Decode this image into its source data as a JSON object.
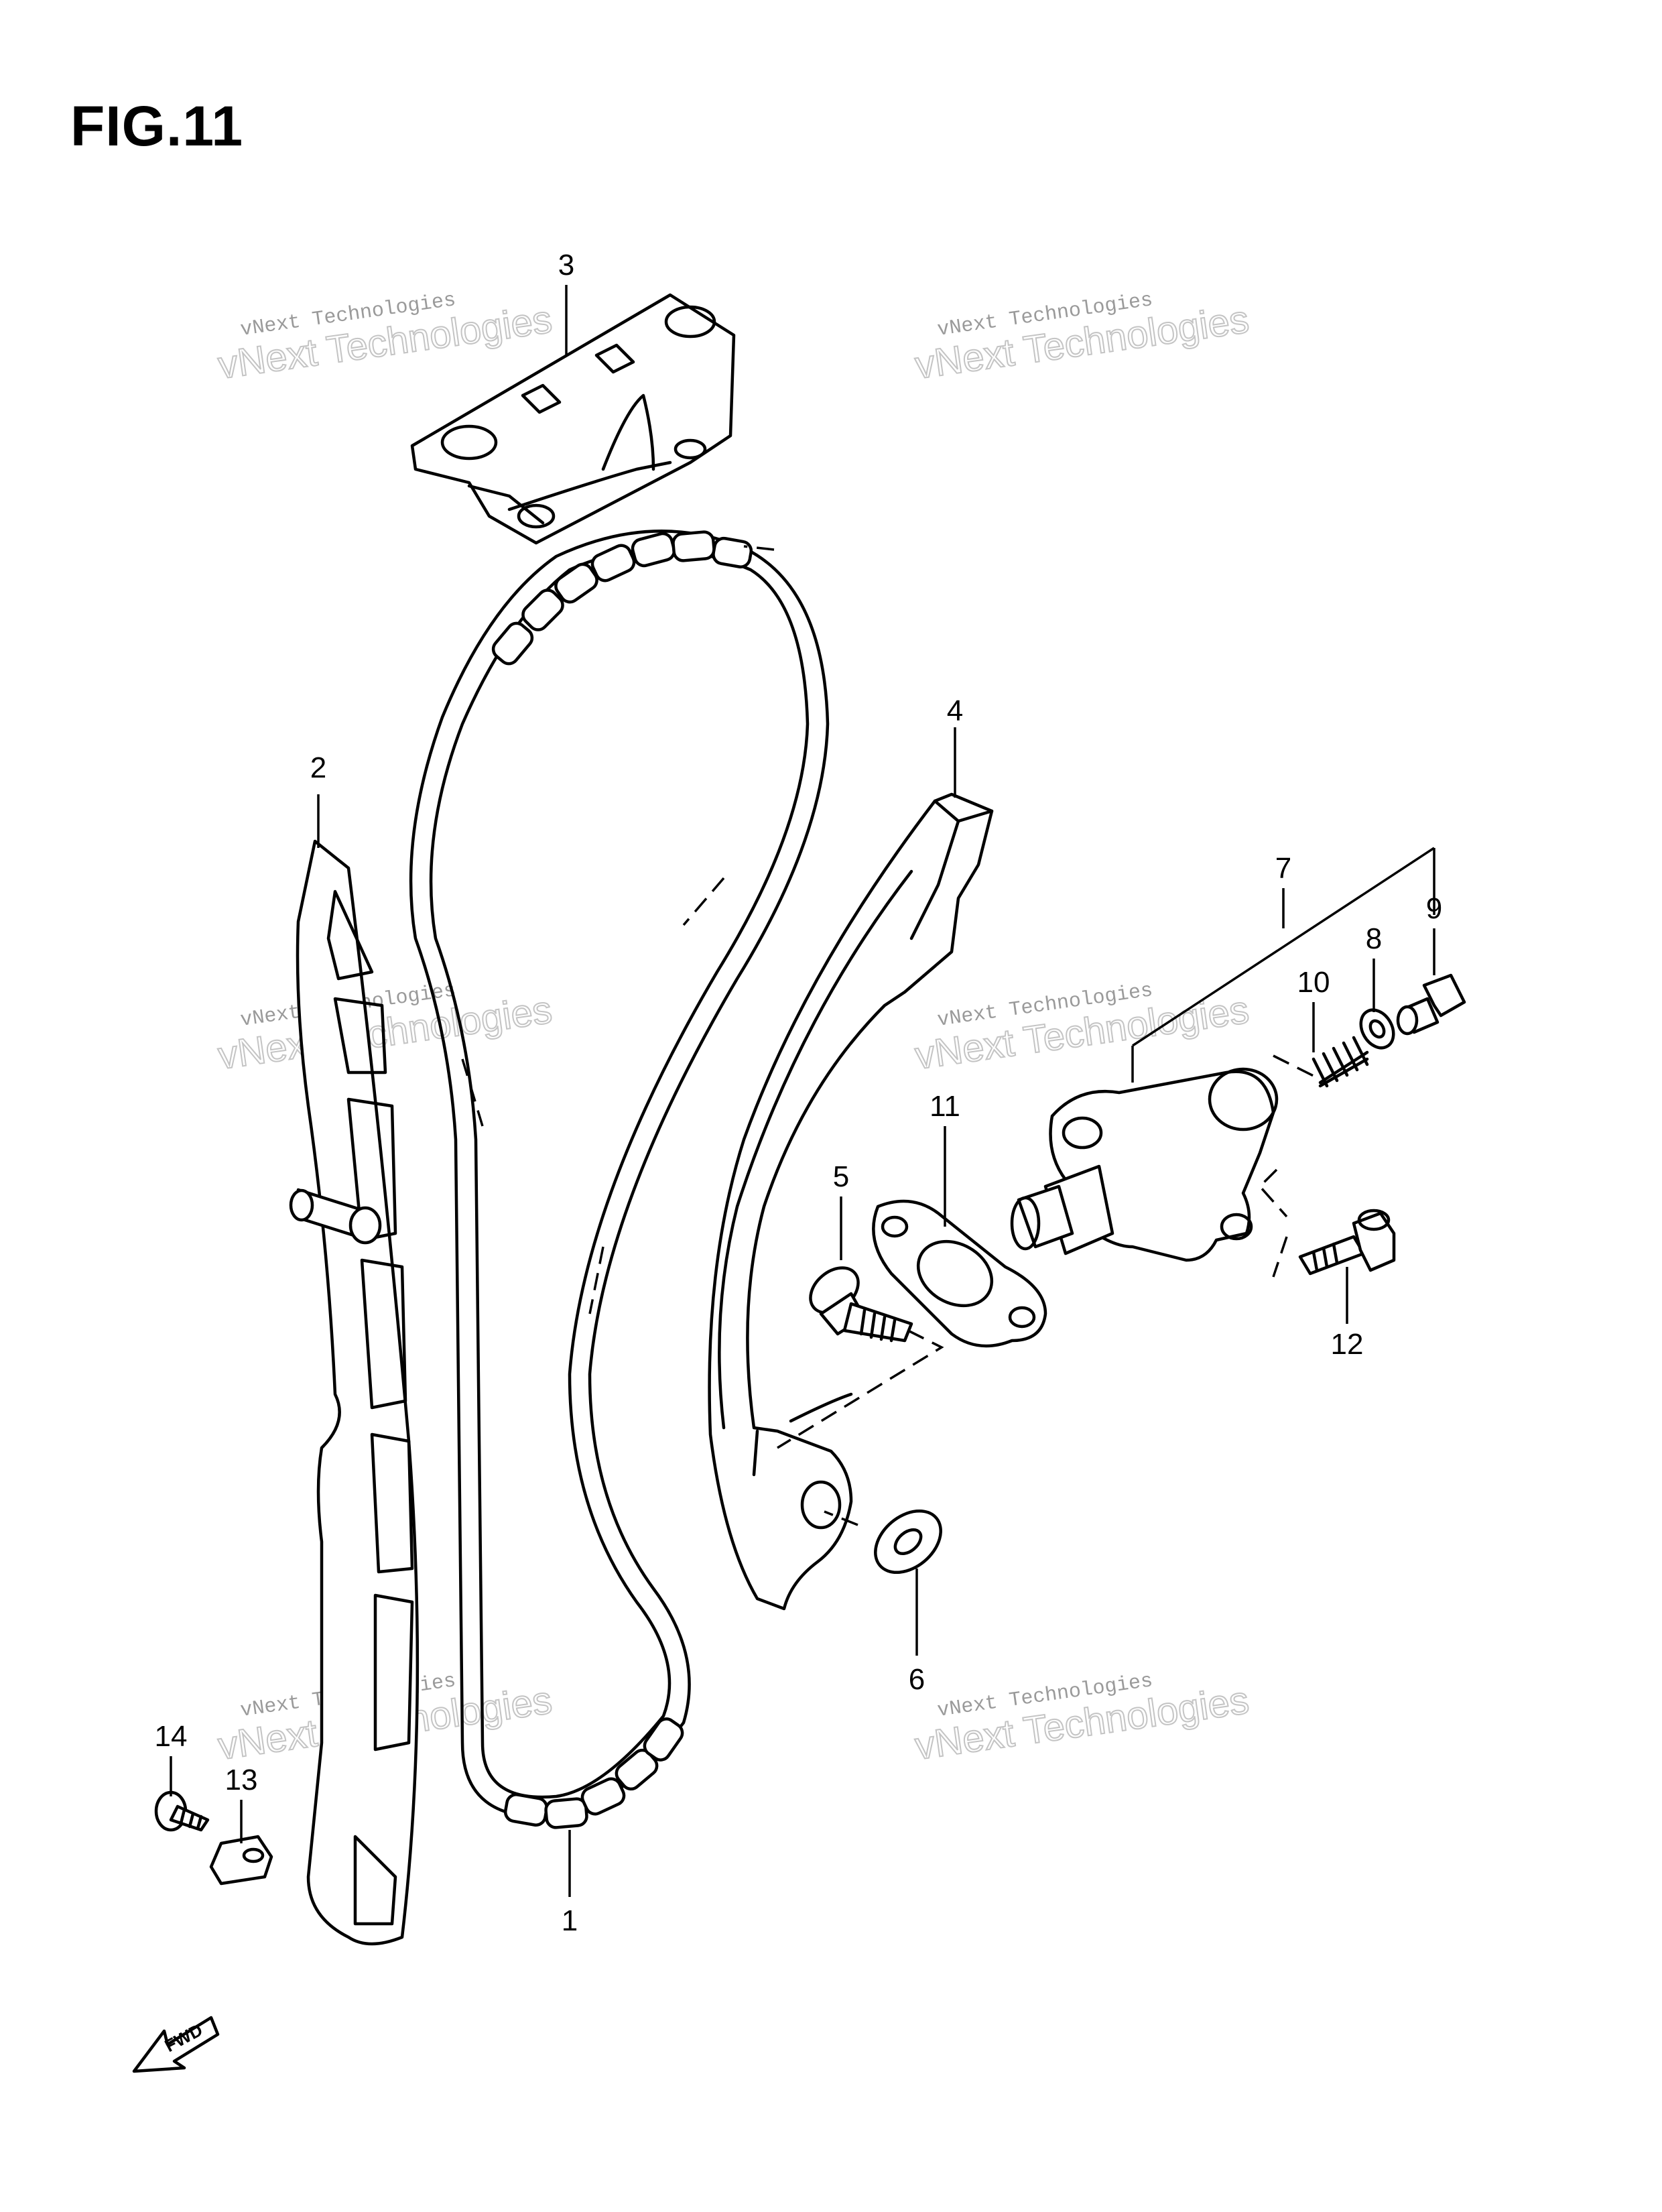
{
  "figure_title": "FIG.11",
  "callouts": [
    "1",
    "2",
    "3",
    "4",
    "5",
    "6",
    "7",
    "8",
    "9",
    "10",
    "11",
    "12",
    "13",
    "14"
  ],
  "watermark": {
    "line1": "vNext Technologies",
    "line2": "vNext Technologies"
  },
  "direction_label": "FWD"
}
